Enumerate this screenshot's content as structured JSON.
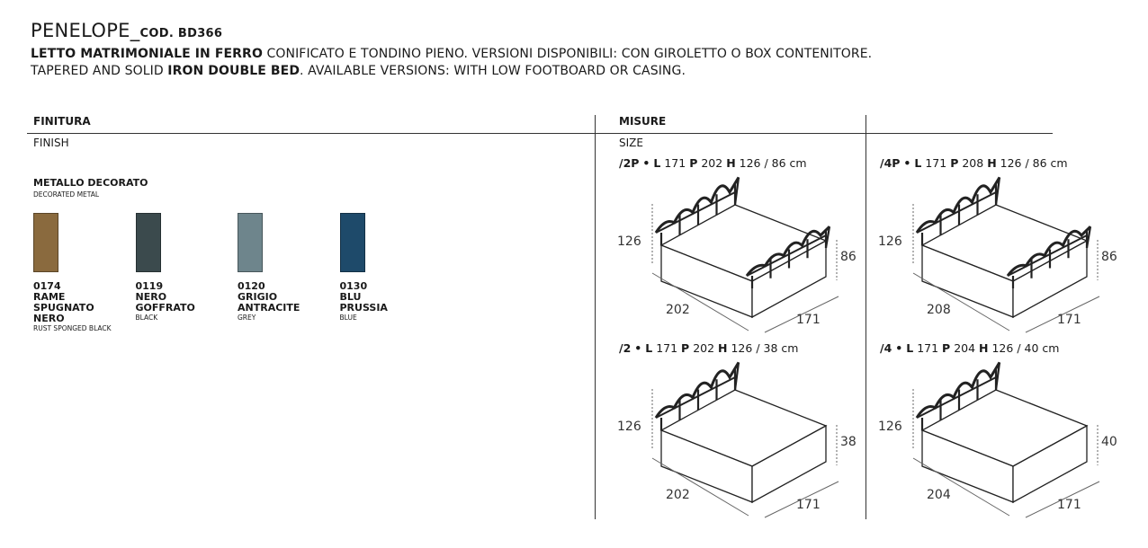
{
  "header": {
    "name": "PENELOPE_",
    "code_prefix": "COD.",
    "code": "BD366",
    "line1_bold": "LETTO MATRIMONIALE IN FERRO",
    "line1_rest": " CONIFICATO E TONDINO PIENO. VERSIONI DISPONIBILI: CON GIROLETTO O BOX CONTENITORE.",
    "line2_a": "TAPERED AND SOLID ",
    "line2_bold": "IRON DOUBLE BED",
    "line2_rest": ". AVAILABLE VERSIONS: WITH LOW FOOTBOARD OR CASING."
  },
  "finish": {
    "title": "FINITURA",
    "subtitle": "FINISH",
    "group_title": "METALLO DECORATO",
    "group_subtitle": "DECORATED METAL",
    "swatches": [
      {
        "code": "0174",
        "name": [
          "RAME",
          "SPUGNATO",
          "NERO"
        ],
        "en": "RUST SPONGED BLACK",
        "color": "#8a6a3e"
      },
      {
        "code": "0119",
        "name": [
          "NERO",
          "GOFFRATO"
        ],
        "en": "BLACK",
        "color": "#3b4a4d"
      },
      {
        "code": "0120",
        "name": [
          "GRIGIO",
          "ANTRACITE"
        ],
        "en": "GREY",
        "color": "#6e858c"
      },
      {
        "code": "0130",
        "name": [
          "BLU",
          "PRUSSIA"
        ],
        "en": "BLUE",
        "color": "#1e4a6a"
      }
    ]
  },
  "size": {
    "title": "MISURE",
    "subtitle": "SIZE",
    "versions": [
      {
        "code": "/2P",
        "L": "171",
        "P": "202",
        "H": "126 / 86 cm",
        "h": "126",
        "side": "86",
        "len": "202",
        "wid": "171",
        "footboard": true
      },
      {
        "code": "/4P",
        "L": "171",
        "P": "208",
        "H": "126 / 86 cm",
        "h": "126",
        "side": "86",
        "len": "208",
        "wid": "171",
        "footboard": true
      },
      {
        "code": "/2",
        "L": "171",
        "P": "202",
        "H": "126 / 38 cm",
        "h": "126",
        "side": "38",
        "len": "202",
        "wid": "171",
        "footboard": false
      },
      {
        "code": "/4",
        "L": "171",
        "P": "204",
        "H": "126 / 40 cm",
        "h": "126",
        "side": "40",
        "len": "204",
        "wid": "171",
        "footboard": false
      }
    ],
    "labels": {
      "L": "L",
      "P": "P",
      "H": "H",
      "bullet": "•"
    }
  }
}
